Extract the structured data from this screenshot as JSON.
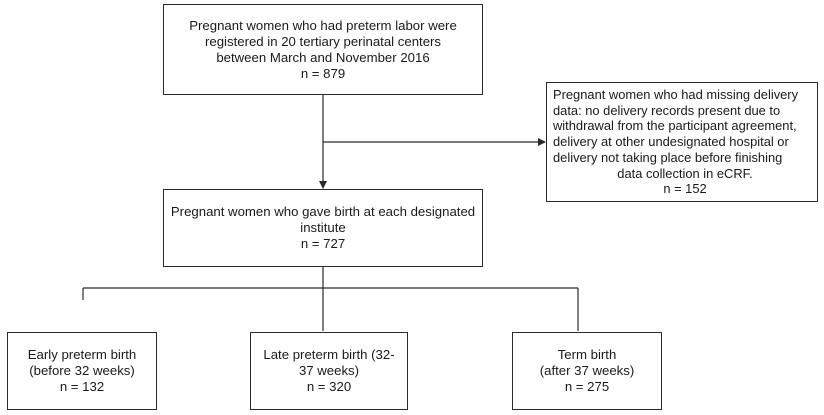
{
  "boxes": {
    "registered": {
      "lines": [
        "Pregnant women who had preterm labor were",
        "registered in 20 tertiary perinatal centers",
        "between March and November 2016",
        "n = 879"
      ]
    },
    "missing": {
      "lines": [
        "Pregnant women who had missing delivery",
        "data: no delivery records present due to",
        "withdrawal from the participant agreement,",
        "delivery at other undesignated hospital or",
        "delivery not taking place before finishing",
        "data collection in eCRF.",
        "n = 152"
      ]
    },
    "gave_birth": {
      "lines": [
        "Pregnant women who gave birth at each designated",
        "institute",
        "n = 727"
      ]
    },
    "early": {
      "lines": [
        "Early preterm birth",
        "(before 32 weeks)",
        "n = 132"
      ]
    },
    "late": {
      "lines": [
        "Late preterm birth (32-",
        "37 weeks)",
        "n = 320"
      ]
    },
    "term": {
      "lines": [
        "Term birth",
        "(after 37 weeks)",
        "n = 275"
      ]
    }
  },
  "colors": {
    "line": "#2a2a2a",
    "text": "#1a1a1a",
    "background": "#ffffff"
  }
}
